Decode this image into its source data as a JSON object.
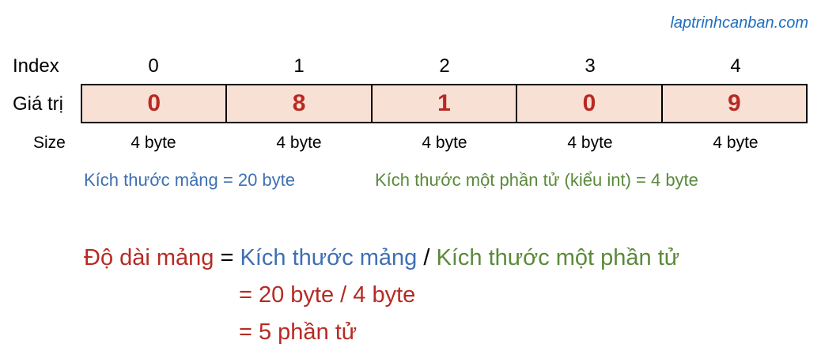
{
  "site": "laptrinhcanban.com",
  "labels": {
    "index": "Index",
    "value": "Giá trị",
    "size": "Size"
  },
  "indices": [
    "0",
    "1",
    "2",
    "3",
    "4"
  ],
  "values": [
    "0",
    "8",
    "1",
    "0",
    "9"
  ],
  "sizes": [
    "4 byte",
    "4 byte",
    "4 byte",
    "4 byte",
    "4 byte"
  ],
  "notes": {
    "array_size": "Kích thước mảng  = 20 byte",
    "element_size": "Kích thước một phần tử (kiểu int) = 4 byte"
  },
  "formula": {
    "lhs": "Độ dài mảng",
    "eq": "= ",
    "array_size": "Kích thước mảng",
    "slash": " /  ",
    "element_size": "Kích thước một phần tử",
    "line2": "= 20 byte / 4 byte",
    "line3": "= 5 phần tử"
  },
  "colors": {
    "red": "#b72a23",
    "blue": "#3e70b2",
    "green": "#5a8a3a",
    "cell_fill": "#f9e0d5",
    "site_link": "#1f6fc0"
  }
}
